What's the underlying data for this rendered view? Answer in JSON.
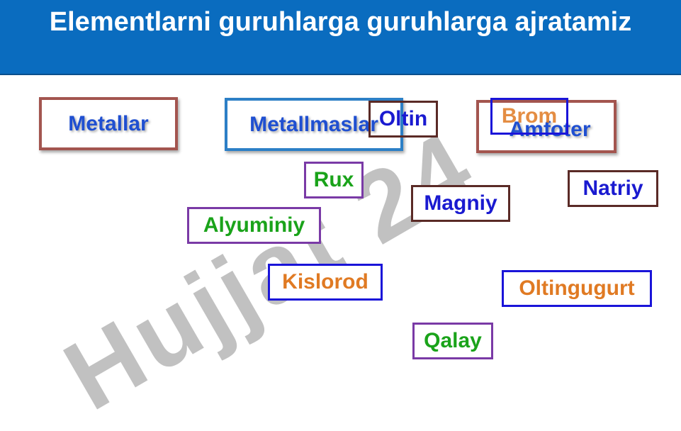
{
  "title": "Elementlarni guruhlarga guruhlarga ajratamiz",
  "watermark": "Hujjat 24",
  "categories": [
    {
      "id": "metallar",
      "label": "Metallar"
    },
    {
      "id": "metallmaslar",
      "label": "Metallmaslar"
    },
    {
      "id": "amfoter",
      "label": "Amfoter"
    }
  ],
  "elements": [
    {
      "id": "oltin",
      "label": "Oltin",
      "text_color": "#1a1ad0",
      "border_color": "#5a2a26"
    },
    {
      "id": "brom",
      "label": "Brom",
      "text_color": "#e07a23",
      "border_color": "#1a14d9"
    },
    {
      "id": "rux",
      "label": "Rux",
      "text_color": "#1aa31a",
      "border_color": "#7a3aa6"
    },
    {
      "id": "natriy",
      "label": "Natriy",
      "text_color": "#1a1ad0",
      "border_color": "#5a2a26"
    },
    {
      "id": "magniy",
      "label": "Magniy",
      "text_color": "#1a1ad0",
      "border_color": "#5a2a26"
    },
    {
      "id": "alyuminiy",
      "label": "Alyuminiy",
      "text_color": "#1aa31a",
      "border_color": "#7a3aa6"
    },
    {
      "id": "kislorod",
      "label": "Kislorod",
      "text_color": "#e07a23",
      "border_color": "#1a14d9"
    },
    {
      "id": "oltingugurt",
      "label": "Oltingugurt",
      "text_color": "#e07a23",
      "border_color": "#1a14d9"
    },
    {
      "id": "qalay",
      "label": "Qalay",
      "text_color": "#1aa31a",
      "border_color": "#7a3aa6"
    }
  ],
  "colors": {
    "header_bg": "#0a6cbf",
    "category_text": "#1f4fd1",
    "watermark": "#8f8f8f"
  }
}
